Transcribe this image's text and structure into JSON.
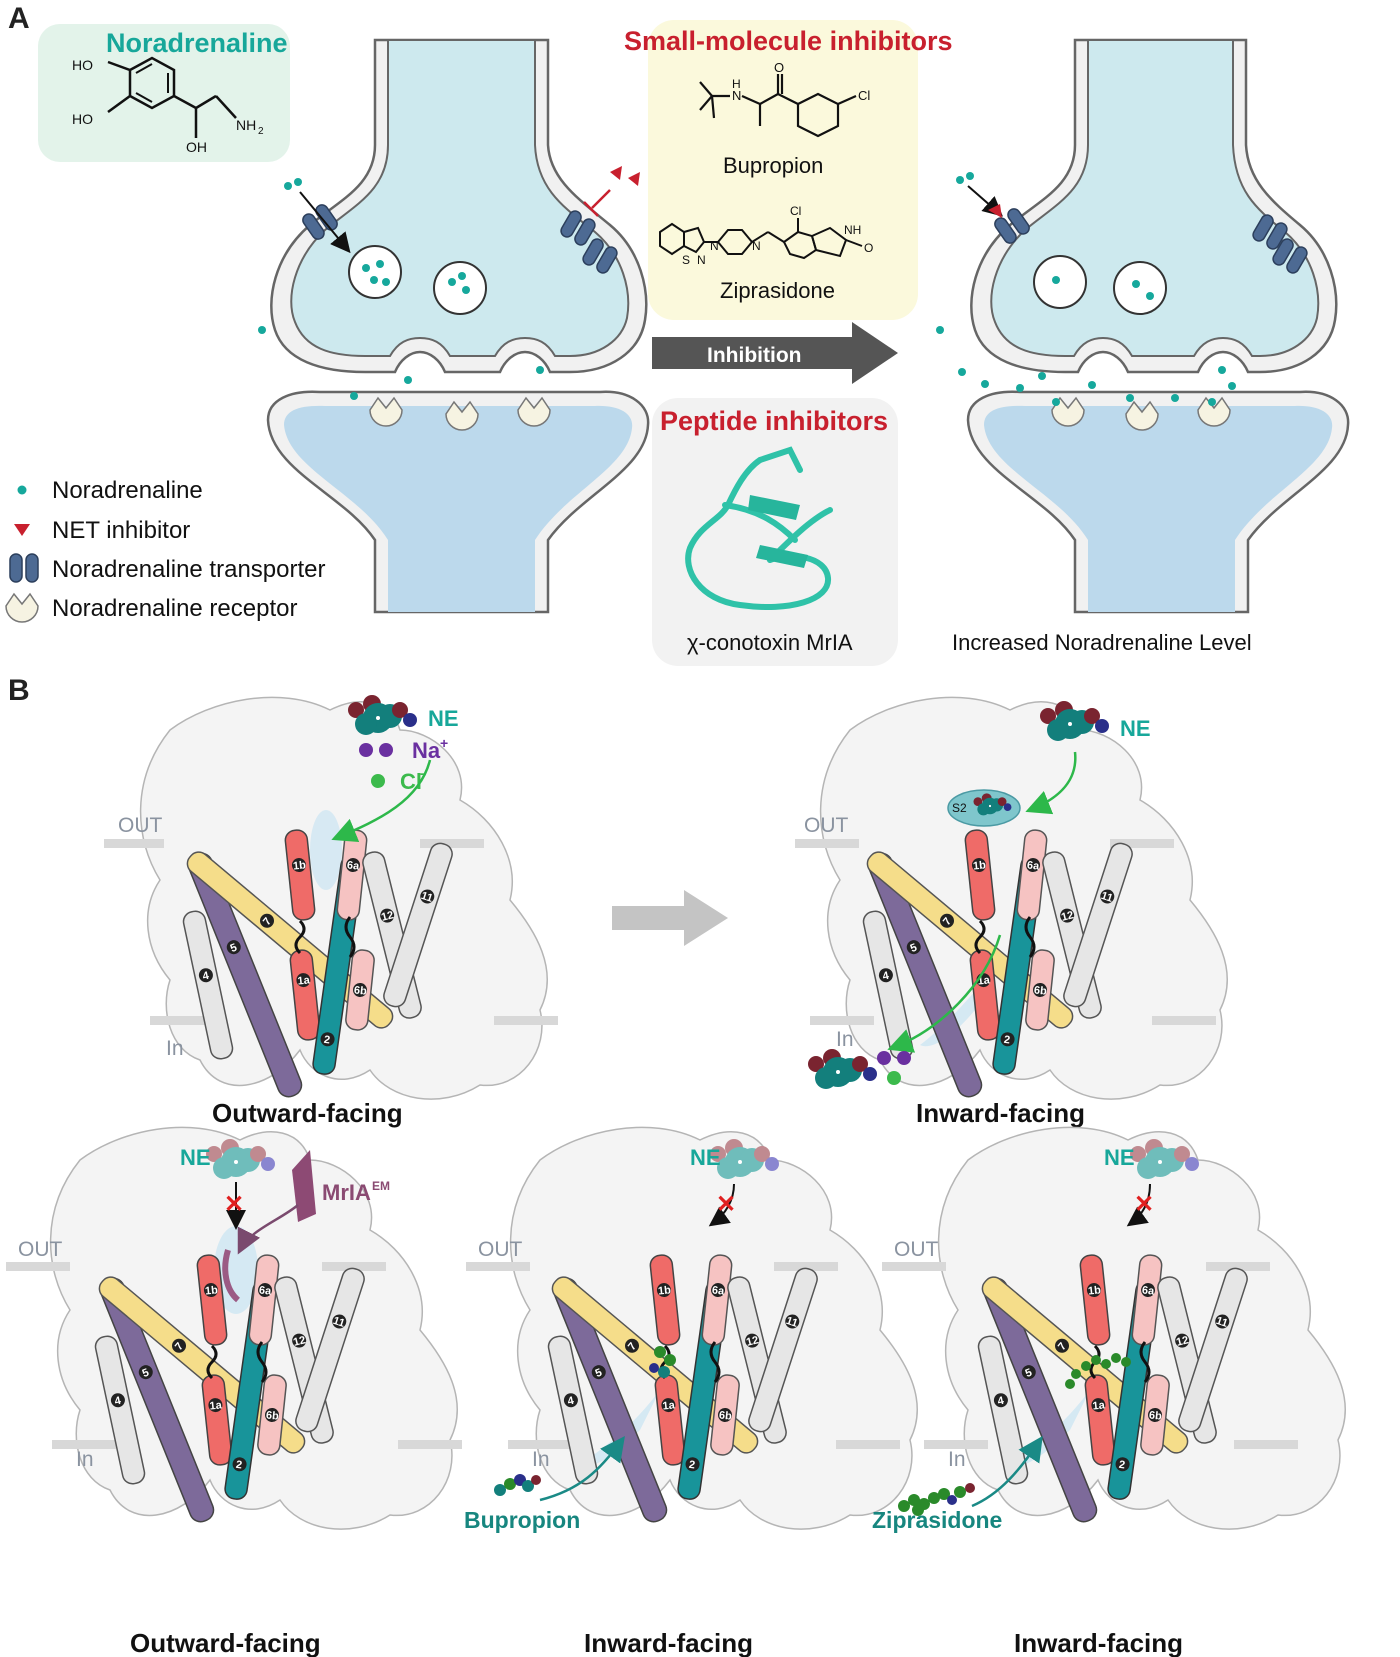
{
  "panel_a": {
    "letter": "A",
    "noradrenaline_box": {
      "title": "Noradrenaline",
      "atoms": {
        "ho_top": "HO",
        "ho_bottom": "HO",
        "oh": "OH",
        "nh2": "NH",
        "nh2_sub": "2"
      }
    },
    "small_molecule": {
      "title": "Small-molecule inhibitors",
      "bupropion": {
        "name": "Bupropion",
        "atom_o": "O",
        "atom_n": "N",
        "atom_h": "H",
        "atom_cl": "Cl"
      },
      "ziprasidone": {
        "name": "Ziprasidone",
        "atom_cl": "Cl",
        "atom_nh": "NH",
        "atom_o": "O",
        "atom_n": "N",
        "atom_n2": "N",
        "atom_s": "S",
        "atom_n3": "N"
      }
    },
    "arrow_label": "Inhibition",
    "peptide": {
      "title": "Peptide inhibitors",
      "name": "χ-conotoxin MrIA"
    },
    "result_caption": "Increased Noradrenaline Level",
    "legend": [
      {
        "label": "Noradrenaline",
        "symbol": "teal-dot"
      },
      {
        "label": "NET inhibitor",
        "symbol": "red-triangle"
      },
      {
        "label": "Noradrenaline transporter",
        "symbol": "transporter"
      },
      {
        "label": "Noradrenaline receptor",
        "symbol": "receptor"
      }
    ],
    "colors": {
      "teal": "#16a89c",
      "red": "#c8202e",
      "terminal": "#cde9ee",
      "post": "#bcd9ec",
      "transporter": "#4d6a93",
      "receptor": "#f6f3e2",
      "molecule_box": "#fbf9dc",
      "peptide_box": "#f2f2f2",
      "na_box": "#e3f3ea"
    }
  },
  "panel_b": {
    "letter": "B",
    "labels": {
      "out": "OUT",
      "in": "In",
      "ne": "NE",
      "na": "Na",
      "na_sup": "+",
      "cl": "Cl",
      "cl_sup": "-",
      "mria": "MrIA",
      "mria_sup": "EM",
      "s2": "S2"
    },
    "states": {
      "top_left": "Outward-facing",
      "top_right": "Inward-facing",
      "bottom_left": "Outward-facing",
      "bottom_mid": "Inward-facing",
      "bottom_right": "Inward-facing"
    },
    "drug_labels": {
      "bupropion": "Bupropion",
      "ziprasidone": "Ziprasidone"
    },
    "helices": [
      "1a",
      "1b",
      "2",
      "4",
      "5",
      "6a",
      "6b",
      "7",
      "11",
      "12"
    ]
  }
}
